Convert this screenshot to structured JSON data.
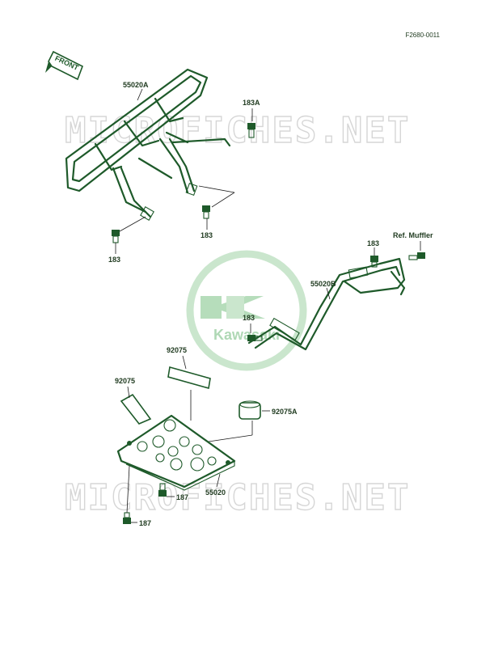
{
  "figure_code": "F2680-0011",
  "front_label": "FRONT",
  "watermark_top": "MICROFICHES.NET",
  "watermark_bottom": "MICROFICHES.NET",
  "logo_text": "Kawasaki",
  "colors": {
    "part_line": "#1e5a2a",
    "logo_green": "#5fae6a",
    "watermark": "#d6d6d6"
  },
  "labels": {
    "rear_carrier": "55020A",
    "bolt_top": "183A",
    "bolt_mid": "183",
    "bolt_left": "183",
    "front_carrier": "55020B",
    "bolt_front_top": "183",
    "ref_muffler": "Ref. Muffler",
    "bolt_front_left": "183",
    "pad_top": "92075",
    "pad_left": "92075",
    "pad_round": "92075A",
    "skid_plate": "55020",
    "bolt_skid_a": "187",
    "bolt_skid_b": "187"
  }
}
